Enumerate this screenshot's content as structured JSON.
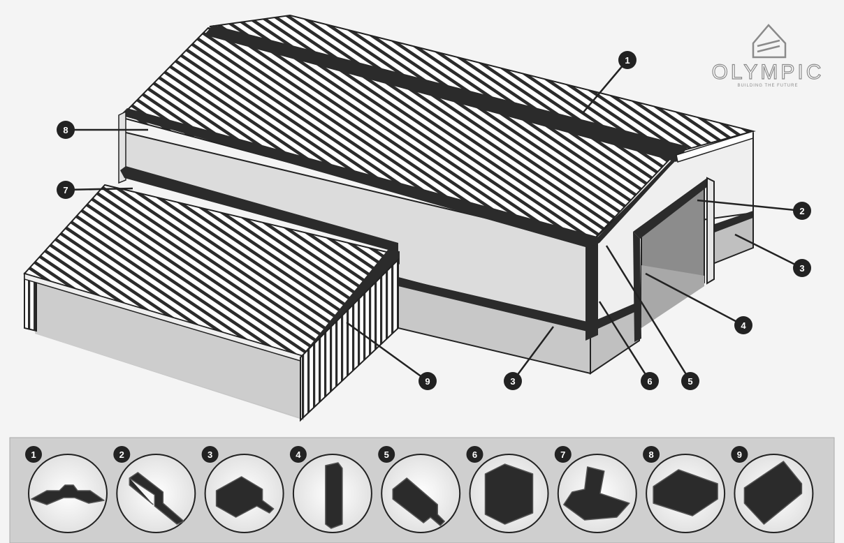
{
  "brand": {
    "name": "OLYMPIC",
    "tagline": "BUILDING THE FUTURE"
  },
  "callouts": [
    "1",
    "2",
    "3",
    "3",
    "4",
    "5",
    "6",
    "7",
    "8",
    "9"
  ],
  "flashings": [
    {
      "label": "1",
      "icon": "ridge-cap-icon"
    },
    {
      "label": "2",
      "icon": "door-jamb-trim-icon"
    },
    {
      "label": "3",
      "icon": "base-flashing-icon"
    },
    {
      "label": "4",
      "icon": "j-channel-icon"
    },
    {
      "label": "5",
      "icon": "door-header-trim-icon"
    },
    {
      "label": "6",
      "icon": "outside-corner-trim-icon"
    },
    {
      "label": "7",
      "icon": "eave-flashing-icon"
    },
    {
      "label": "8",
      "icon": "gutter-flashing-icon"
    },
    {
      "label": "9",
      "icon": "rake-trim-icon"
    }
  ]
}
